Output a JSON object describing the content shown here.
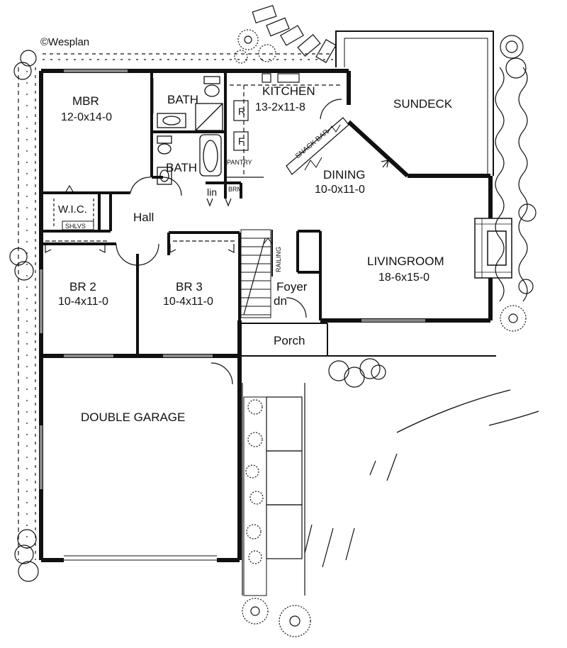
{
  "copyright": "©Wesplan",
  "rooms": {
    "mbr": {
      "name": "MBR",
      "dims": "12-0x14-0"
    },
    "bath1": {
      "name": "BATH"
    },
    "bath2": {
      "name": "BATH"
    },
    "kitchen": {
      "name": "KITCHEN",
      "dims": "13-2x11-8"
    },
    "sundeck": {
      "name": "SUNDECK"
    },
    "dining": {
      "name": "DINING",
      "dims": "10-0x11-0"
    },
    "living": {
      "name": "LIVINGROOM",
      "dims": "18-6x15-0"
    },
    "br2": {
      "name": "BR 2",
      "dims": "10-4x11-0"
    },
    "br3": {
      "name": "BR 3",
      "dims": "10-4x11-0"
    },
    "garage": {
      "name": "DOUBLE GARAGE"
    },
    "hall": {
      "name": "Hall"
    },
    "wic": {
      "name": "W.I.C."
    },
    "foyer": {
      "name": "Foyer"
    },
    "porch": {
      "name": "Porch"
    }
  },
  "fixtures": {
    "shelves": "SHLVS",
    "refrigerator": "R",
    "freezer": "F",
    "pantry": "PANTRY",
    "linen": "lin",
    "broom": "BRM",
    "snack_bar": "SNACK BAR",
    "railing": "RAILING",
    "stair_down": "dn"
  }
}
